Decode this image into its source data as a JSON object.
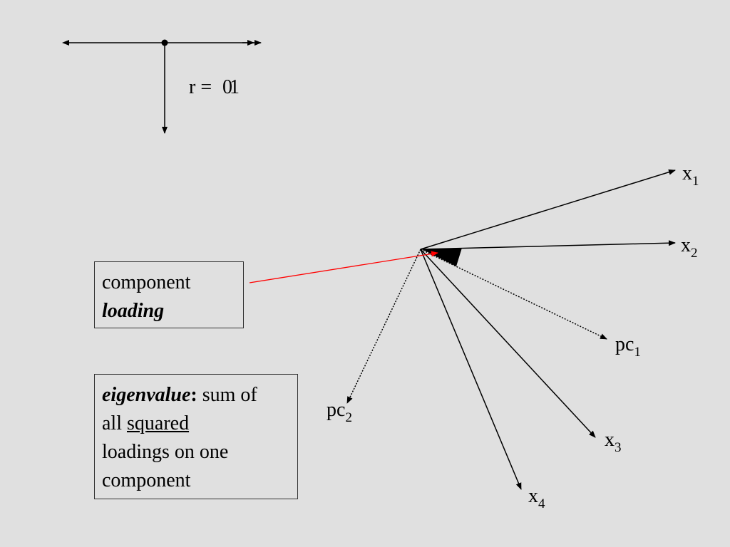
{
  "legend_formula": {
    "lhs": "r =",
    "values": [
      "0",
      "1"
    ]
  },
  "vectors": [
    {
      "name": "x",
      "sub": "1"
    },
    {
      "name": "x",
      "sub": "2"
    },
    {
      "name": "pc",
      "sub": "1"
    },
    {
      "name": "pc",
      "sub": "2"
    },
    {
      "name": "x",
      "sub": "3"
    },
    {
      "name": "x",
      "sub": "4"
    }
  ],
  "loading_box": {
    "line1": "component",
    "line2": "loading"
  },
  "eigen_box": {
    "term": "eigenvalue",
    "colon": ":",
    "text1": " sum of",
    "text2a": "all ",
    "text2b": "squared",
    "text3": "loadings on one",
    "text4": "component"
  },
  "colors": {
    "background": "#e0e0e0",
    "lines": "#000000",
    "pointer": "#ff0000"
  }
}
